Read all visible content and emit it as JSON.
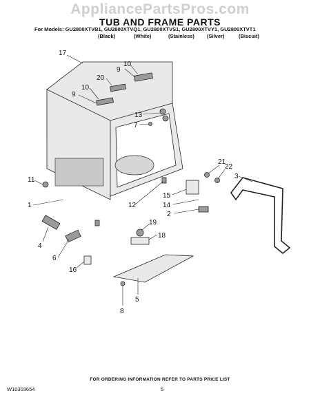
{
  "watermark": "AppliancePartsPros.com",
  "title": "TUB AND FRAME PARTS",
  "models_line": "For Models: GU2800XTVB1, GU2800XTVQ1, GU2800XTVS1, GU2800XTVY1, GU2800XTVT1",
  "colors": [
    "(Black)",
    "(White)",
    "(Stainless)",
    "(Silver)",
    "(Biscuit)"
  ],
  "callouts": {
    "c17": "17",
    "c10a": "10",
    "c9a": "9",
    "c20": "20",
    "c10b": "10",
    "c9b": "9",
    "c13": "13",
    "c7": "7",
    "c21": "21",
    "c22": "22",
    "c3": "3",
    "c11": "11",
    "c1": "1",
    "c12": "12",
    "c15": "15",
    "c14": "14",
    "c2": "2",
    "c4": "4",
    "c19": "19",
    "c18": "18",
    "c6": "6",
    "c16": "16",
    "c5": "5",
    "c8": "8"
  },
  "footer_note": "FOR ORDERING INFORMATION REFER TO PARTS PRICE LIST",
  "doc_number": "W10303654",
  "page_number": "5"
}
